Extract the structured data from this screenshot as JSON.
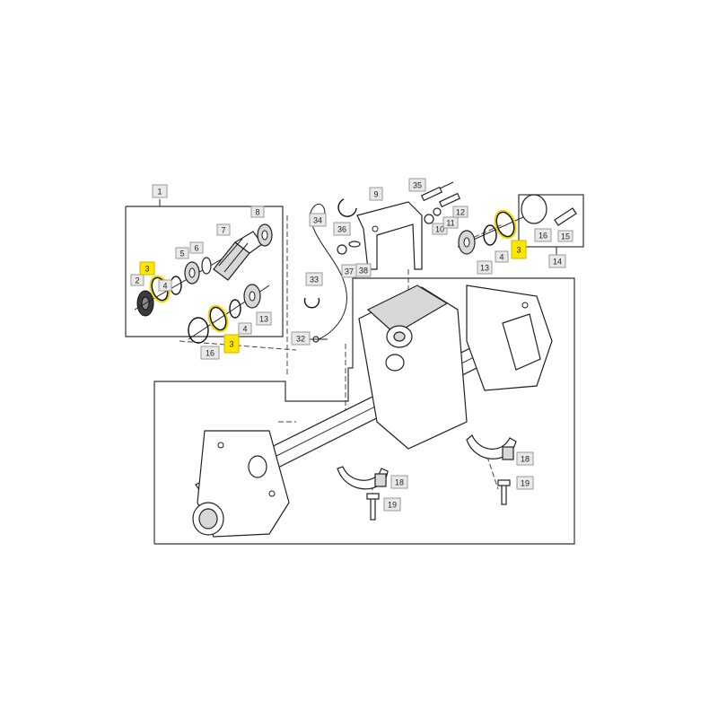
{
  "callouts": [
    {
      "id": "c1",
      "label": "1",
      "highlighted": false
    },
    {
      "id": "c2",
      "label": "2",
      "highlighted": false
    },
    {
      "id": "c3a",
      "label": "3",
      "highlighted": true
    },
    {
      "id": "c3b",
      "label": "3",
      "highlighted": true
    },
    {
      "id": "c3c",
      "label": "3",
      "highlighted": true
    },
    {
      "id": "c4a",
      "label": "4",
      "highlighted": false
    },
    {
      "id": "c4b",
      "label": "4",
      "highlighted": false
    },
    {
      "id": "c4c",
      "label": "4",
      "highlighted": false
    },
    {
      "id": "c5",
      "label": "5",
      "highlighted": false
    },
    {
      "id": "c6",
      "label": "6",
      "highlighted": false
    },
    {
      "id": "c7",
      "label": "7",
      "highlighted": false
    },
    {
      "id": "c8",
      "label": "8",
      "highlighted": false
    },
    {
      "id": "c9",
      "label": "9",
      "highlighted": false
    },
    {
      "id": "c10",
      "label": "10",
      "highlighted": false
    },
    {
      "id": "c11",
      "label": "11",
      "highlighted": false
    },
    {
      "id": "c12",
      "label": "12",
      "highlighted": false
    },
    {
      "id": "c13a",
      "label": "13",
      "highlighted": false
    },
    {
      "id": "c13b",
      "label": "13",
      "highlighted": false
    },
    {
      "id": "c14",
      "label": "14",
      "highlighted": false
    },
    {
      "id": "c15",
      "label": "15",
      "highlighted": false
    },
    {
      "id": "c16a",
      "label": "16",
      "highlighted": false
    },
    {
      "id": "c16b",
      "label": "16",
      "highlighted": false
    },
    {
      "id": "c18a",
      "label": "18",
      "highlighted": false
    },
    {
      "id": "c18b",
      "label": "18",
      "highlighted": false
    },
    {
      "id": "c19a",
      "label": "19",
      "highlighted": false
    },
    {
      "id": "c19b",
      "label": "19",
      "highlighted": false
    },
    {
      "id": "c32",
      "label": "32",
      "highlighted": false
    },
    {
      "id": "c33",
      "label": "33",
      "highlighted": false
    },
    {
      "id": "c34",
      "label": "34",
      "highlighted": false
    },
    {
      "id": "c35",
      "label": "35",
      "highlighted": false
    },
    {
      "id": "c36",
      "label": "36",
      "highlighted": false
    },
    {
      "id": "c37",
      "label": "37",
      "highlighted": false
    },
    {
      "id": "c38",
      "label": "38",
      "highlighted": false
    }
  ],
  "colors": {
    "highlight": "#ffe600",
    "callout_fill": "#e9e9e9",
    "line": "#222222"
  }
}
